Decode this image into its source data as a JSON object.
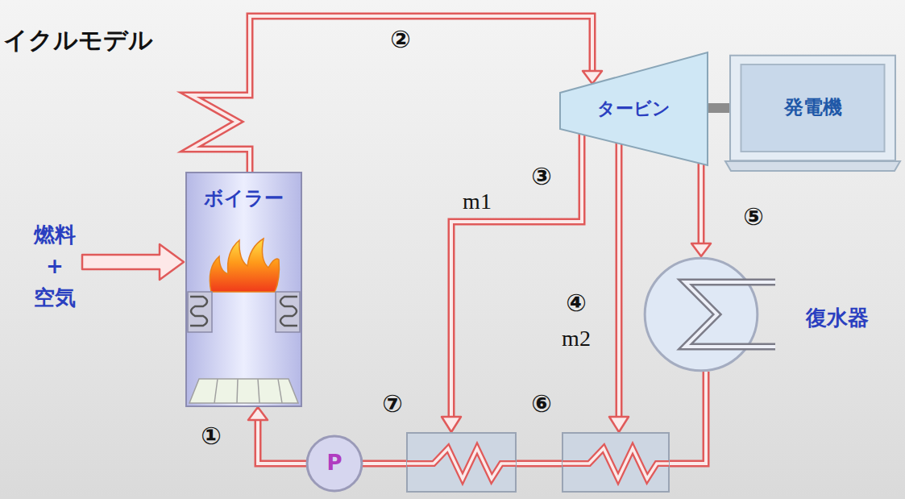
{
  "diagram": {
    "title": "イクルモデル",
    "nodes": [
      {
        "text": [
          "ボイラー"
        ]
      },
      {
        "text": [
          "タービン"
        ]
      },
      {
        "text": [
          "発電機"
        ]
      },
      {
        "text": [
          "P"
        ]
      },
      {
        "text": [
          "復水器"
        ]
      }
    ],
    "edges": [
      {
        "from": 0,
        "to": 1,
        "arrow": "to"
      },
      {
        "from": 1,
        "to": 2,
        "arrow": "none"
      },
      {
        "from": 1,
        "to": 4,
        "arrow": "to"
      },
      {
        "from": 4,
        "to": 3,
        "arrow": "none"
      },
      {
        "from": 3,
        "to": 0,
        "arrow": "to"
      }
    ],
    "labels": [
      "②",
      "③",
      "m1",
      "④",
      "m2",
      "⑤",
      "⑥",
      "⑦",
      "①",
      "燃料 + 空気"
    ]
  }
}
